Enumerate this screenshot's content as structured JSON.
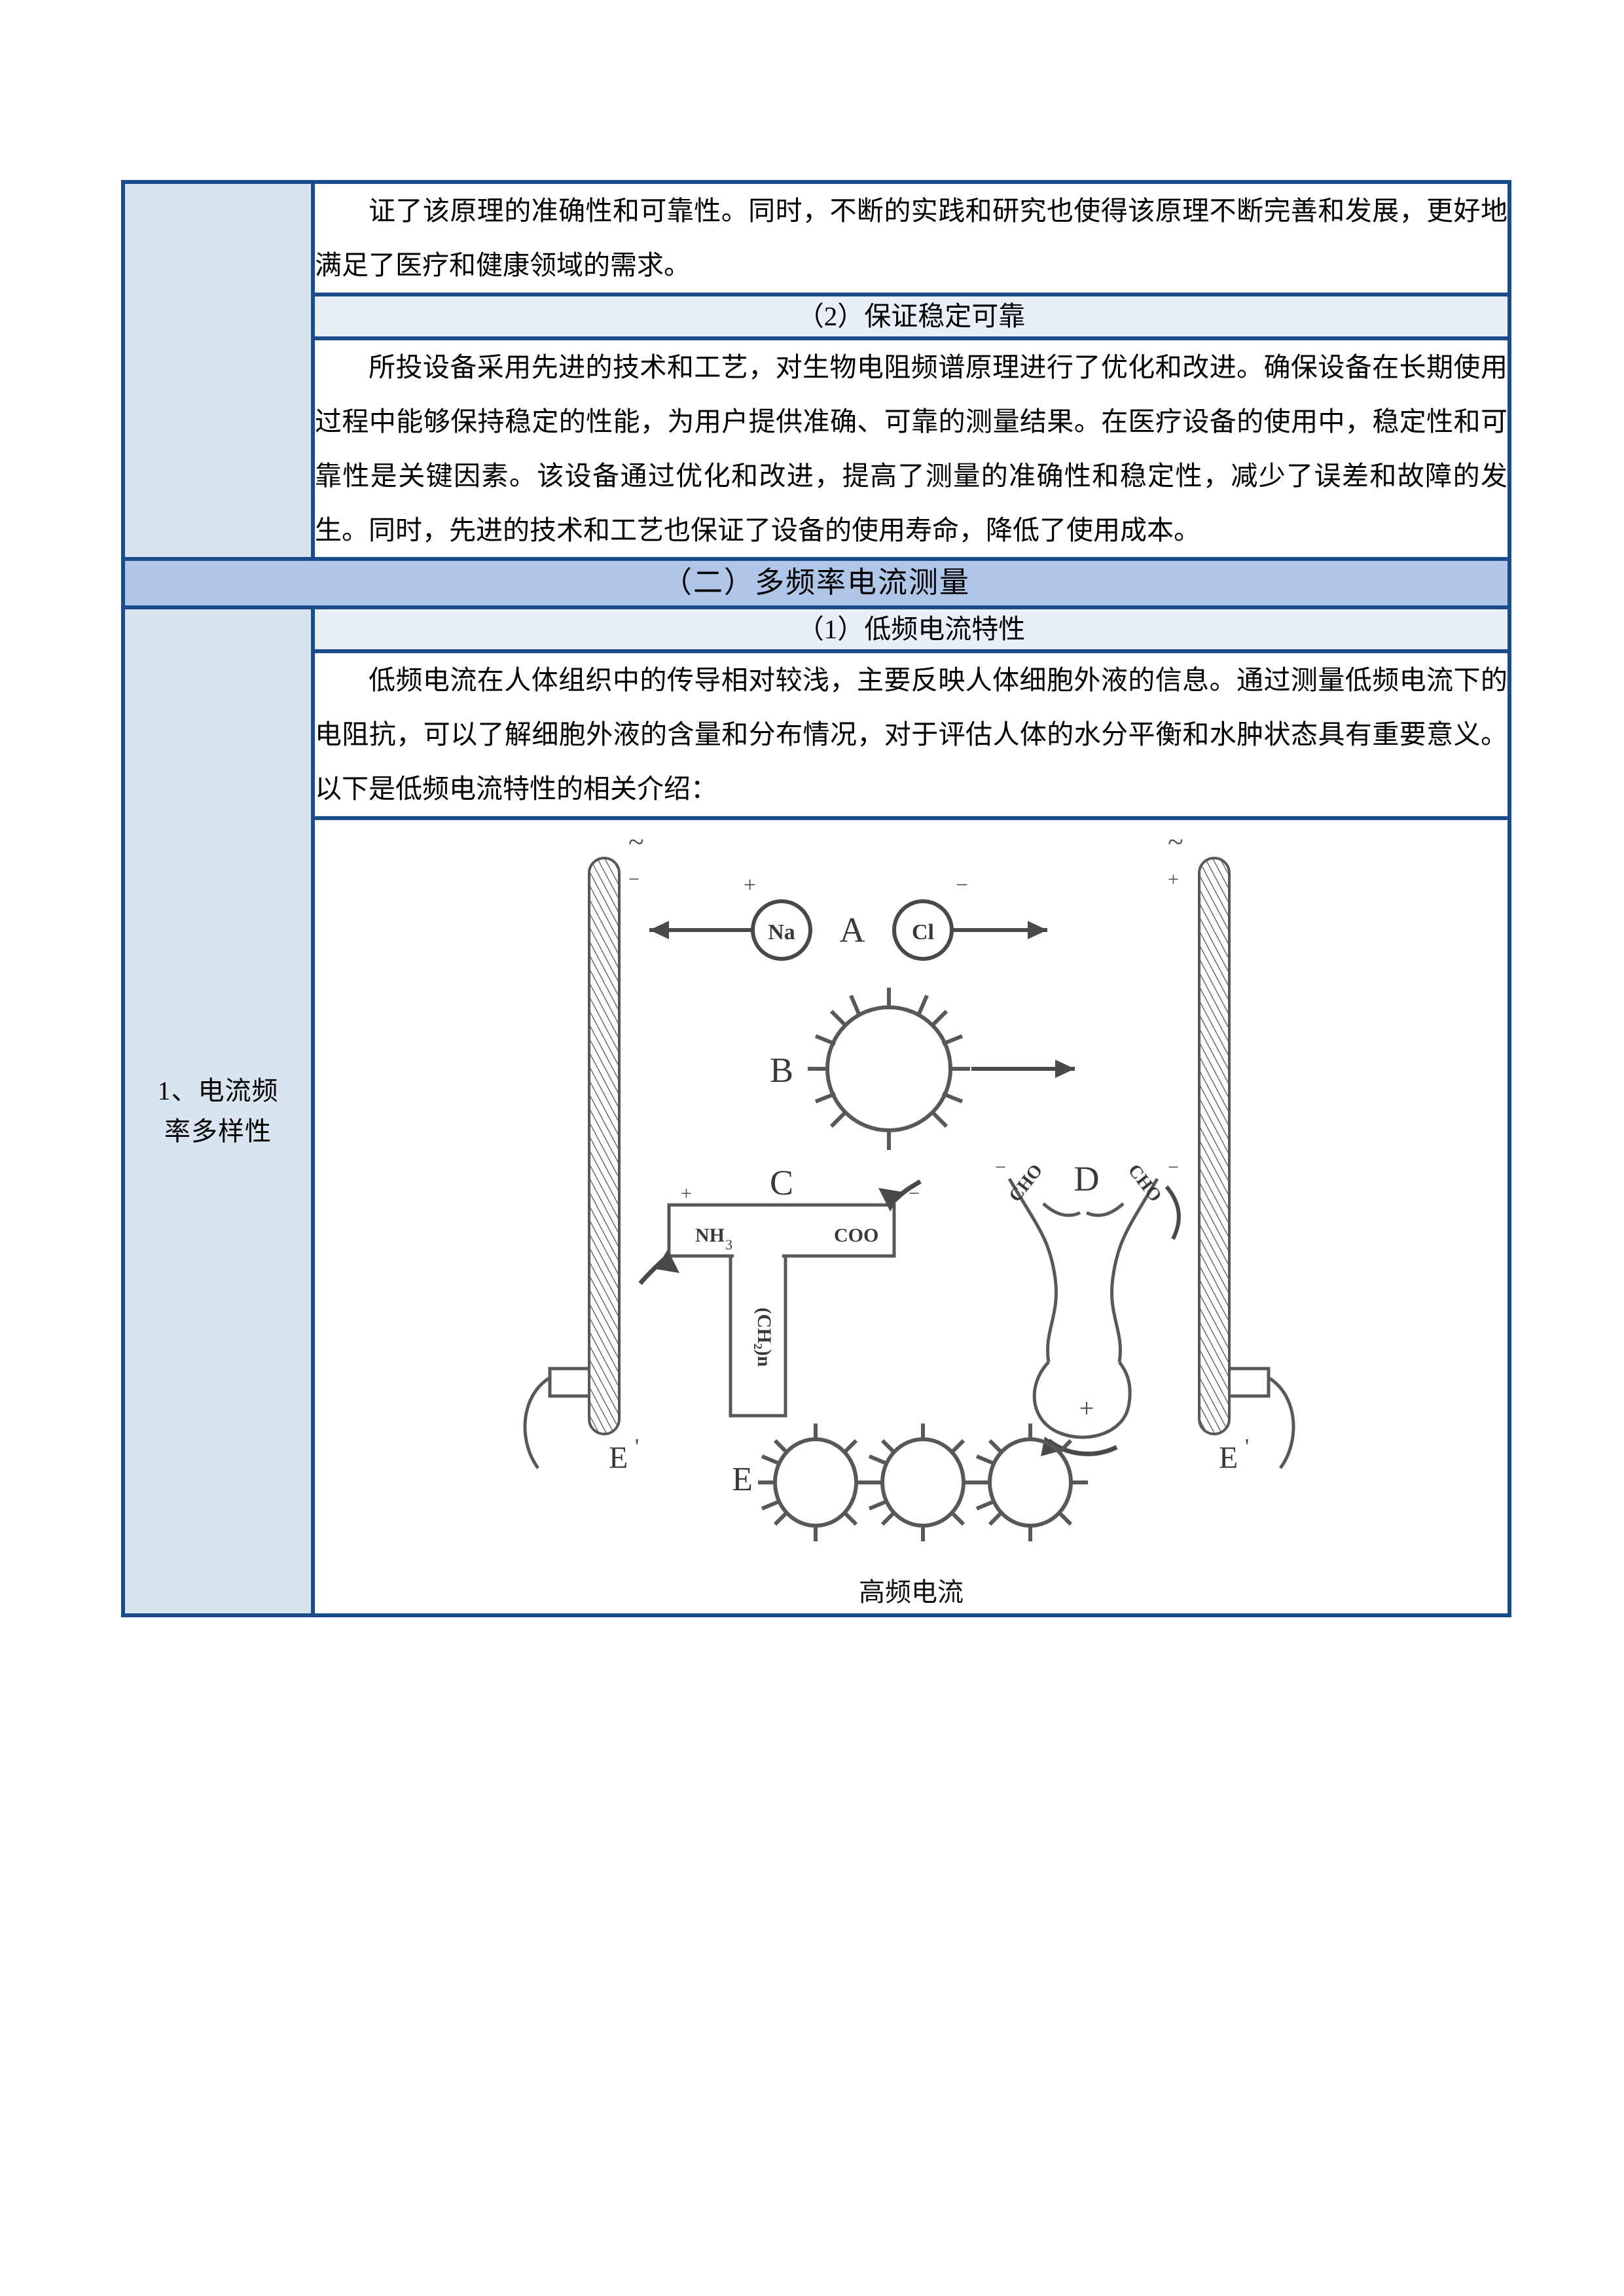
{
  "theme": {
    "border_color": "#1A4C8B",
    "label_column_bg": "#D9E4F1",
    "subheading_bg": "#E9EFF8",
    "section_band_bg": "#AFC6E9",
    "body_bg": "#FFFFFF"
  },
  "table": {
    "rows": {
      "continued_paragraph": {
        "text": "证了该原理的准确性和可靠性。同时，不断的实践和研究也使得该原理不断完善和发展，更好地满足了医疗和健康领域的需求。"
      },
      "subheading_2": {
        "text": "（2）保证稳定可靠"
      },
      "stability_paragraph": {
        "text": "所投设备采用先进的技术和工艺，对生物电阻频谱原理进行了优化和改进。确保设备在长期使用过程中能够保持稳定的性能，为用户提供准确、可靠的测量结果。在医疗设备的使用中，稳定性和可靠性是关键因素。该设备通过优化和改进，提高了测量的准确性和稳定性，减少了误差和故障的发生。同时，先进的技术和工艺也保证了设备的使用寿命，降低了使用成本。"
      },
      "section_band": {
        "text": "（二）多频率电流测量"
      },
      "label_current_frequency": {
        "text": "1、电流频\n率多样性"
      },
      "subheading_1": {
        "text": "（1）低频电流特性"
      },
      "low_frequency_paragraph": {
        "text": "低频电流在人体组织中的传导相对较浅，主要反映人体细胞外液的信息。通过测量低频电流下的电阻抗，可以了解细胞外液的含量和分布情况，对于评估人体的水分平衡和水肿状态具有重要意义。以下是低频电流特性的相关介绍："
      },
      "figure": {
        "caption": "高频电流",
        "labels": {
          "electrode_left_top": "~",
          "electrode_left_bottom": "E'",
          "electrode_right_top": "~",
          "electrode_right_bottom": "E'",
          "group_a": "A",
          "group_b": "B",
          "group_c": "C",
          "group_d": "D",
          "group_e": "E",
          "ion_sodium": "Na",
          "ion_sodium_charge": "+",
          "ion_chloride": "Cl",
          "ion_chloride_charge": "−",
          "amino_group": "NH₃",
          "carboxyl_group": "COO",
          "chain_group": "(CH₂)n",
          "aldehyde_left": "CHO",
          "aldehyde_right": "CHO"
        }
      }
    }
  }
}
